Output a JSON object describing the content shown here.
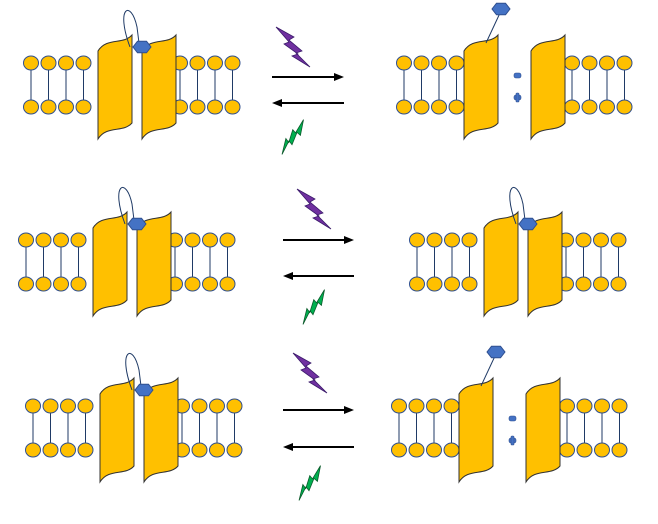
{
  "colors": {
    "lipid_head": "#FFC000",
    "lipid_outline": "#2F4F8F",
    "lipid_tail": "#1F3A66",
    "channel_fill": "#FFC000",
    "channel_outline": "#333333",
    "blocker_fill": "#4472C4",
    "blocker_outline": "#2F4F8F",
    "ion_fill": "#4472C4",
    "arrow": "#000000",
    "bolt_forward": "#7030A0",
    "bolt_reverse": "#00B050"
  },
  "icons": {
    "forward_light": "lightning-bolt-icon",
    "reverse_light": "lightning-bolt-icon",
    "blocker": "hexagon-icon"
  },
  "rows": [
    {
      "left": {
        "state": "blocked"
      },
      "right": {
        "state": "open",
        "ions": [
          "−",
          "+"
        ]
      }
    },
    {
      "left": {
        "state": "blocked"
      },
      "right": {
        "state": "blocked"
      }
    },
    {
      "left": {
        "state": "blocked"
      },
      "right": {
        "state": "open",
        "ions": [
          "−",
          "+"
        ]
      }
    }
  ]
}
